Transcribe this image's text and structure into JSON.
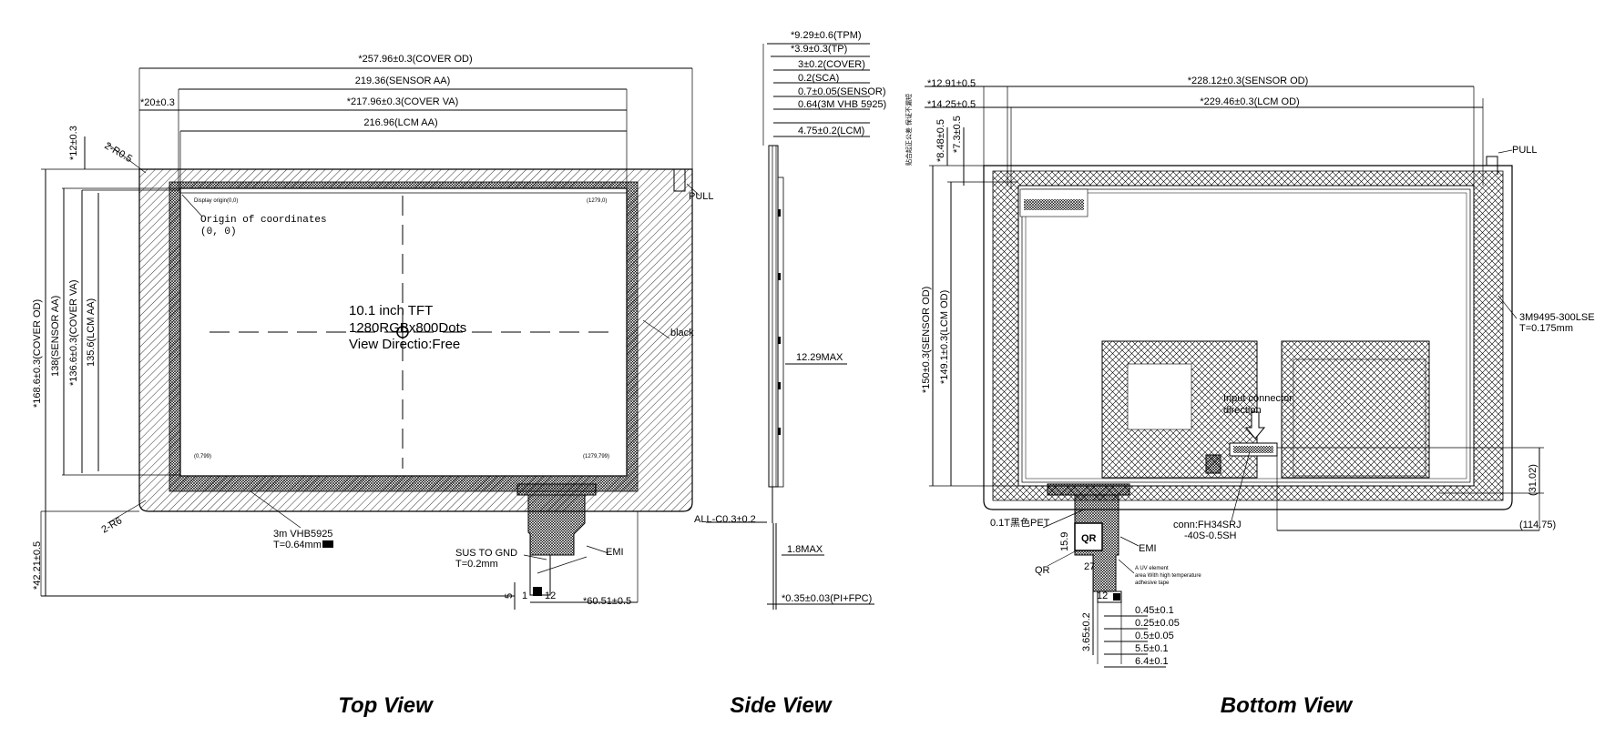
{
  "views": {
    "top": "Top View",
    "side": "Side View",
    "bottom": "Bottom View"
  },
  "top_view": {
    "cover_od_w": "*257.96±0.3(COVER OD)",
    "sensor_aa_w": "219.36(SENSOR AA)",
    "cover_va_w": "*217.96±0.3(COVER VA)",
    "lcm_aa_w": "216.96(LCM AA)",
    "offset_20": "*20±0.3",
    "offset_12": "*12±0.3",
    "r05": "2-R0.5",
    "r6": "2-R6",
    "pull": "PULL",
    "black": "black",
    "cover_od_h": "*168.6±0.3(COVER OD)",
    "sensor_aa_h": "138(SENSOR AA)",
    "cover_va_h": "*136.6±0.3(COVER VA)",
    "lcm_aa_h": "135.6(LCM AA)",
    "h4221": "*42.21±0.5",
    "origin_label": "Origin of coordinates",
    "origin_xy": "(0, 0)",
    "corner_tl": "Display origin(0,0)",
    "corner_tr": "(1279,0)",
    "corner_bl": "(0,799)",
    "corner_br": "(1279,799)",
    "panel_line1": "10.1 inch TFT",
    "panel_line2": "1280RGBx800Dots",
    "panel_line3": "View Directio:Free",
    "tape_name": "3m VHB5925",
    "tape_t": "T=0.64mm",
    "sus_name": "SUS TO GND",
    "sus_t": "T=0.2mm",
    "emi": "EMI",
    "dim_5": "5",
    "dim_1": "1",
    "dim_12": "12",
    "fpc_pos": "*60.51±0.5"
  },
  "side_view": {
    "stack": [
      "*9.29±0.6(TPM)",
      "*3.9±0.3(TP)",
      "3±0.2(COVER)",
      "0.2(SCA)",
      "0.7±0.05(SENSOR)",
      "0.64(3M VHB 5925)",
      "4.75±0.2(LCM)"
    ],
    "max_total": "12.29MAX",
    "chamfer": "ALL-C0.3±0.2",
    "max_fpc": "1.8MAX",
    "fpc_t": "*0.35±0.03(PI+FPC)"
  },
  "bottom_view": {
    "offset_1291": "*12.91±0.5",
    "offset_1425": "*14.25±0.5",
    "sensor_od_w": "*228.12±0.3(SENSOR OD)",
    "lcm_od_w": "*229.46±0.3(LCM OD)",
    "pull": "PULL",
    "v848": "*8.48±0.5",
    "v73": "*7.3±0.5",
    "cn_note": "贴合起正公差 保证不漏短",
    "sensor_od_h": "*150±0.3(SENSOR OD)",
    "lcm_od_h": "*149.1±0.3(LCM OD)",
    "tape2_name": "3M9495-300LSE",
    "tape2_t": "T=0.175mm",
    "input_dir_1": "Input connector",
    "input_dir_2": "direction",
    "dim_3102": "(31.02)",
    "dim_11475": "(114.75)",
    "conn1": "conn:FH34SRJ",
    "conn2": "-40S-0.5SH",
    "pet": "0.1T黑色PET",
    "qr_label": "QR",
    "qr_mark": "QR",
    "emi": "EMI",
    "d159": "15.9",
    "d27": "27",
    "d12": "12",
    "uv1": "A UV element",
    "uv2": "area With high temperature",
    "uv3": "adhesive tape",
    "d365": "3.65±0.2",
    "fpc_dims": [
      "0.45±0.1",
      "0.25±0.05",
      "0.5±0.05",
      "5.5±0.1",
      "6.4±0.1"
    ]
  }
}
